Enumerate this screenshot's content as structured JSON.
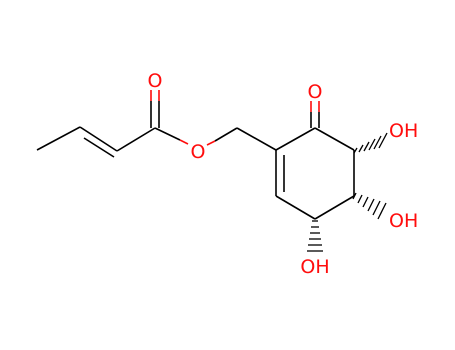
{
  "diagram": {
    "kind": "chemical-structure",
    "atom_color": "#ff0d0d",
    "bond_color": "#000000",
    "labels": {
      "carbonyl_ester": "O",
      "ester_oxygen": "O",
      "ketone": "O",
      "oh_top": "OH",
      "oh_middle": "OH",
      "oh_bottom": "OH"
    }
  }
}
